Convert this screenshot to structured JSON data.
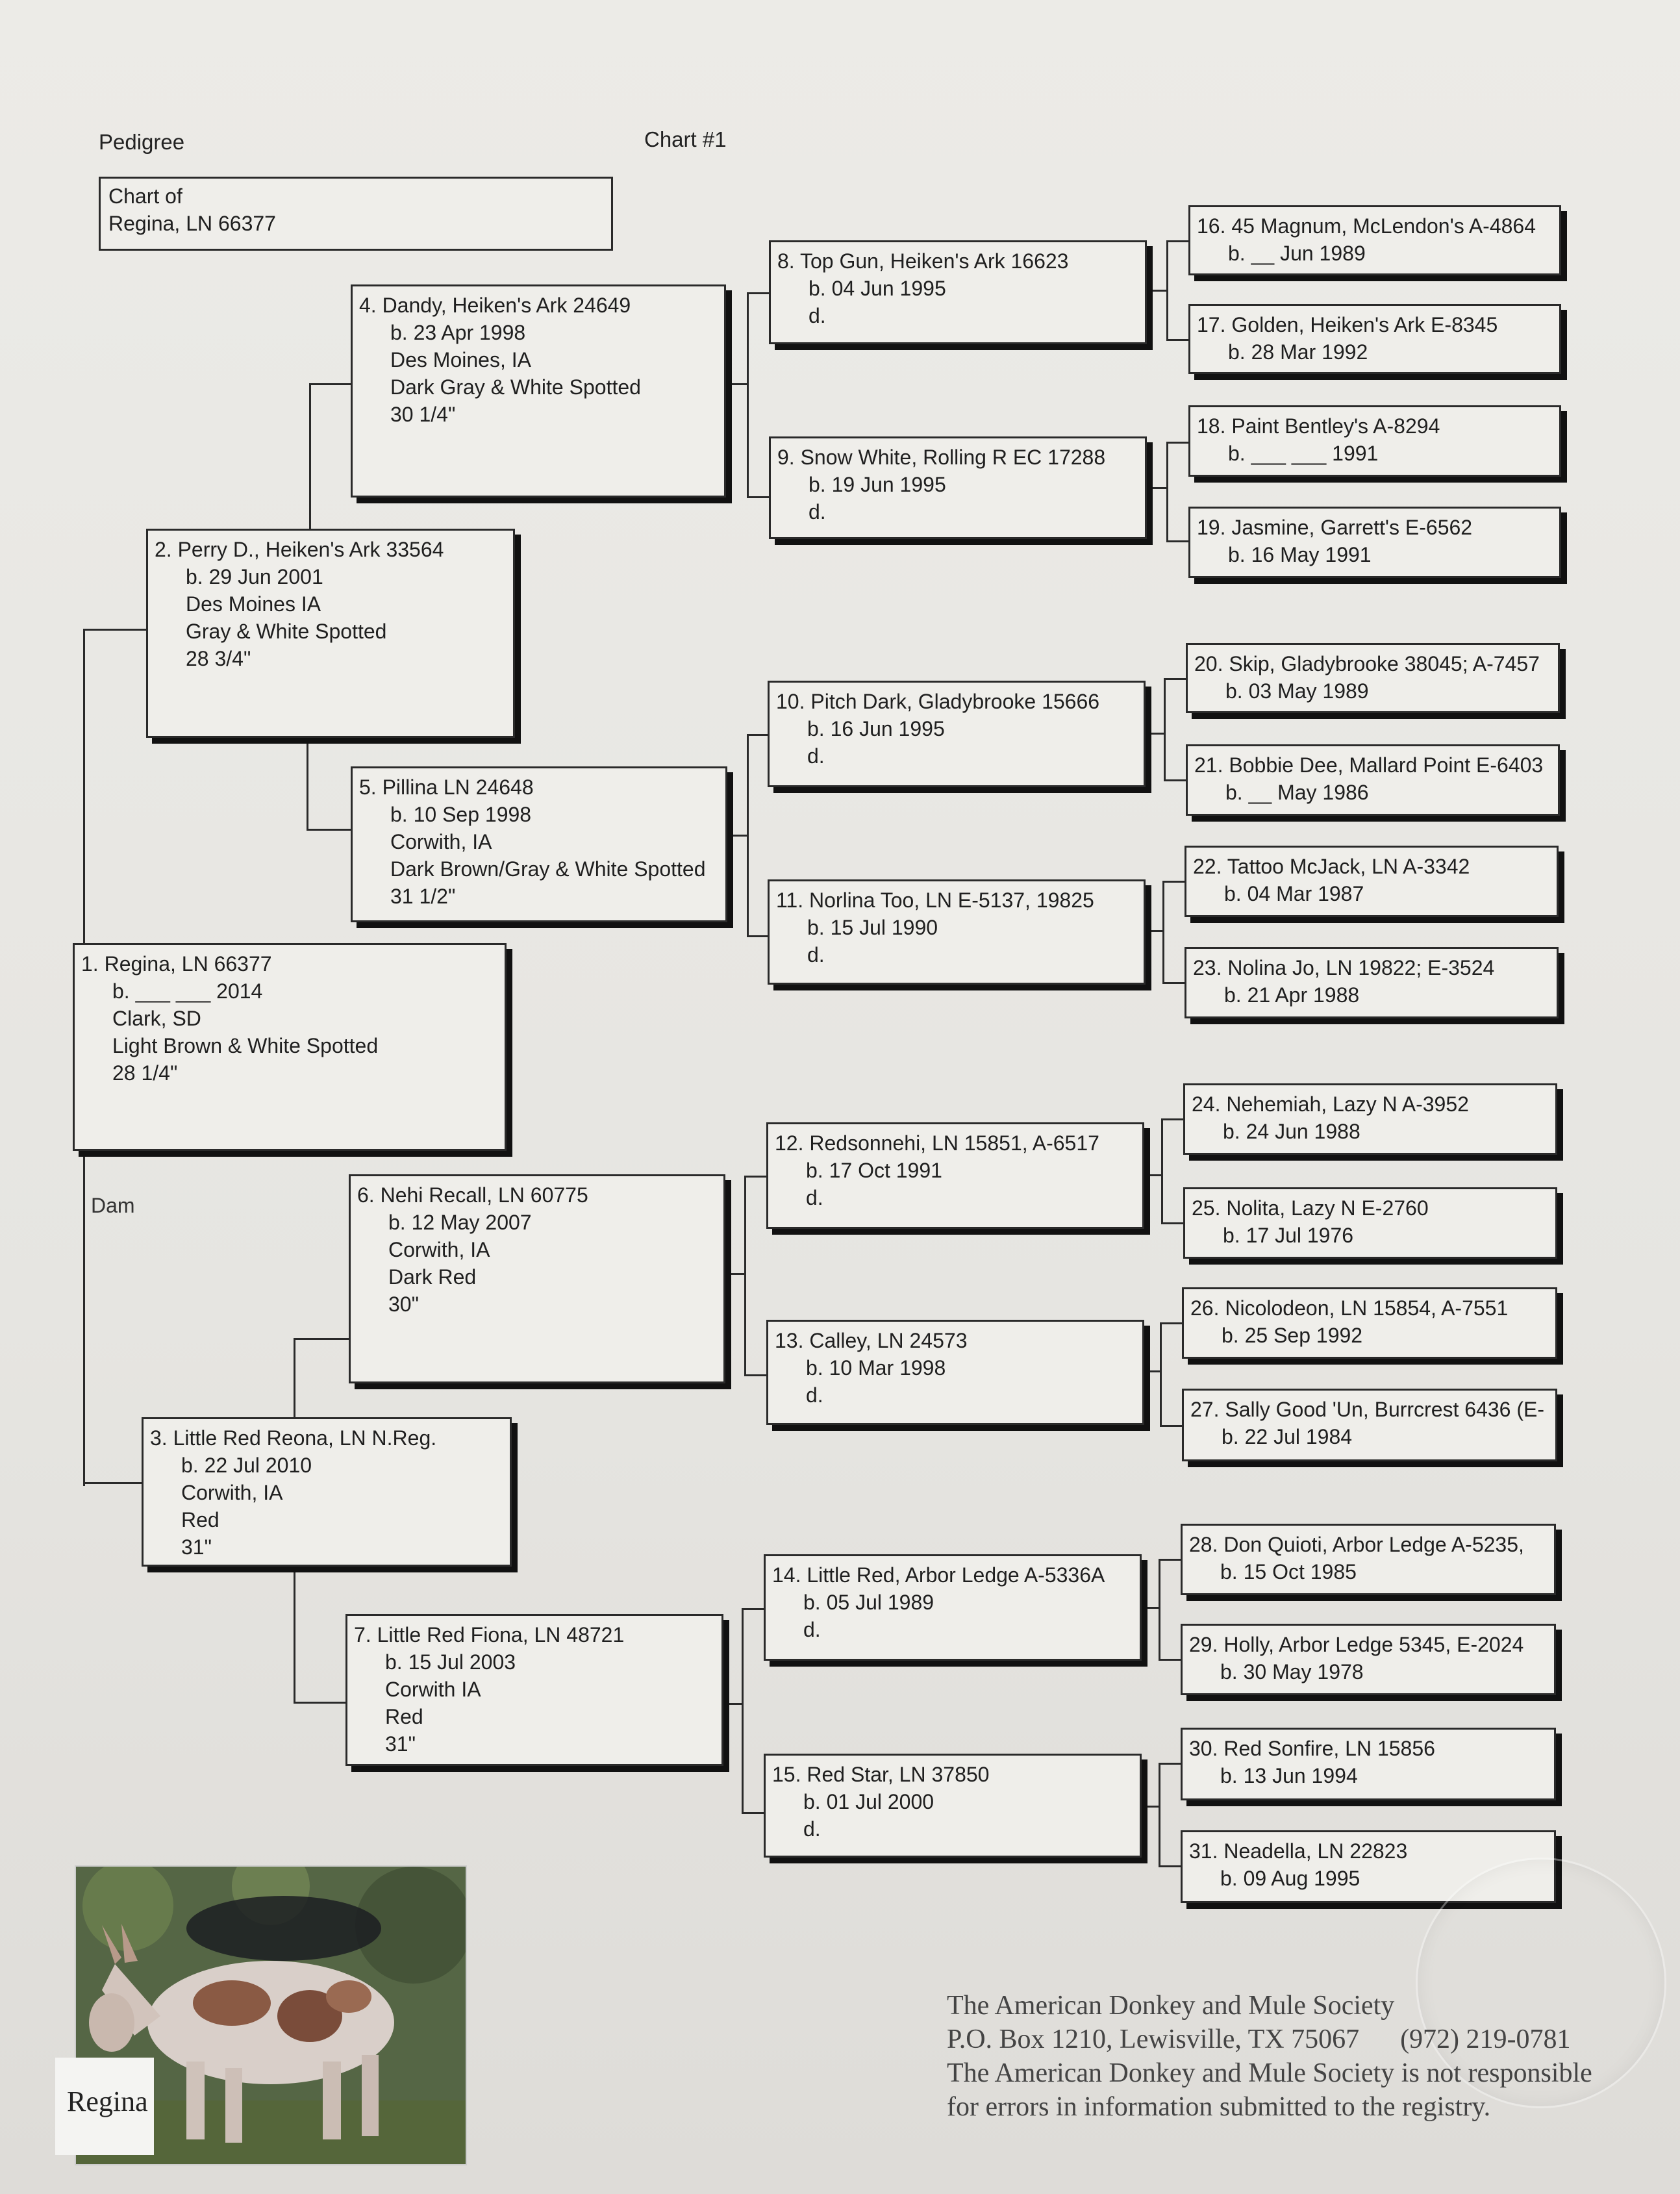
{
  "header": {
    "left": "Pedigree",
    "center": "Chart #1"
  },
  "chart_of": {
    "label": "Chart of",
    "name": "Regina, LN 66377"
  },
  "dam_label": "Dam",
  "animals": {
    "a1": [
      "1. Regina, LN 66377",
      "b. ___ ___ 2014",
      "Clark, SD",
      "Light Brown & White Spotted",
      "28 1/4\""
    ],
    "a2": [
      "2. Perry D., Heiken's Ark 33564",
      "b. 29 Jun 2001",
      "Des Moines IA",
      "Gray & White Spotted",
      "28 3/4\""
    ],
    "a3": [
      "3. Little Red Reona, LN N.Reg.",
      "b. 22 Jul 2010",
      "Corwith, IA",
      "Red",
      "31\""
    ],
    "a4": [
      "4. Dandy, Heiken's Ark 24649",
      "b. 23 Apr 1998",
      "Des Moines, IA",
      "Dark Gray  & White Spotted",
      "30 1/4\""
    ],
    "a5": [
      "5. Pillina LN 24648",
      "b. 10 Sep 1998",
      "Corwith, IA",
      "Dark Brown/Gray & White Spotted",
      "31 1/2\""
    ],
    "a6": [
      "6. Nehi Recall, LN 60775",
      "b. 12 May 2007",
      "Corwith, IA",
      "Dark Red",
      "30\""
    ],
    "a7": [
      "7. Little Red Fiona, LN 48721",
      "b. 15 Jul 2003",
      "Corwith IA",
      "Red",
      "31\""
    ],
    "a8": [
      "8. Top Gun, Heiken's Ark 16623",
      "b. 04 Jun 1995",
      "d."
    ],
    "a9": [
      "9. Snow White, Rolling R EC 17288",
      "b. 19 Jun 1995",
      "d."
    ],
    "a10": [
      "10. Pitch Dark, Gladybrooke 15666",
      "b. 16 Jun 1995",
      "d."
    ],
    "a11": [
      "11. Norlina Too, LN E-5137, 19825",
      "b. 15 Jul 1990",
      "d."
    ],
    "a12": [
      "12. Redsonnehi, LN 15851, A-6517",
      "b. 17 Oct 1991",
      "d."
    ],
    "a13": [
      "13. Calley, LN 24573",
      "b. 10 Mar 1998",
      "d."
    ],
    "a14": [
      "14. Little Red, Arbor Ledge A-5336A",
      "b. 05 Jul 1989",
      "d."
    ],
    "a15": [
      "15. Red Star, LN 37850",
      "b. 01 Jul 2000",
      "d."
    ],
    "a16": [
      "16. 45 Magnum, McLendon's A-4864",
      "b. __ Jun 1989"
    ],
    "a17": [
      "17. Golden, Heiken's Ark E-8345",
      "b. 28 Mar 1992"
    ],
    "a18": [
      "18. Paint Bentley's A-8294",
      "b. ___ ___ 1991"
    ],
    "a19": [
      "19. Jasmine, Garrett's E-6562",
      "b. 16 May 1991"
    ],
    "a20": [
      "20. Skip, Gladybrooke 38045; A-7457",
      "b. 03 May 1989"
    ],
    "a21": [
      "21. Bobbie Dee, Mallard Point E-6403",
      "b. __ May 1986"
    ],
    "a22": [
      "22. Tattoo McJack, LN A-3342",
      "b. 04 Mar 1987"
    ],
    "a23": [
      "23. Nolina Jo, LN 19822; E-3524",
      "b. 21 Apr 1988"
    ],
    "a24": [
      "24. Nehemiah, Lazy N A-3952",
      "b. 24 Jun 1988"
    ],
    "a25": [
      "25. Nolita, Lazy N E-2760",
      "b. 17 Jul 1976"
    ],
    "a26": [
      "26. Nicolodeon, LN 15854, A-7551",
      "b. 25 Sep 1992"
    ],
    "a27": [
      "27. Sally Good 'Un, Burrcrest 6436 (E-",
      "b. 22 Jul 1984"
    ],
    "a28": [
      "28. Don Quioti, Arbor Ledge A-5235,",
      "b. 15 Oct 1985"
    ],
    "a29": [
      "29. Holly, Arbor Ledge 5345, E-2024",
      "b. 30 May 1978"
    ],
    "a30": [
      "30. Red Sonfire, LN 15856",
      "b. 13 Jun 1994"
    ],
    "a31": [
      "31. Neadella, LN 22823",
      "b. 09 Aug 1995"
    ]
  },
  "photo": {
    "label": "Regina"
  },
  "footer": {
    "lines": [
      "The American Donkey and Mule Society",
      "P.O. Box 1210, Lewisville, TX 75067      (972) 219-0781",
      "The American Donkey and Mule Society is not responsible",
      "for errors in information submitted to the registry."
    ]
  }
}
